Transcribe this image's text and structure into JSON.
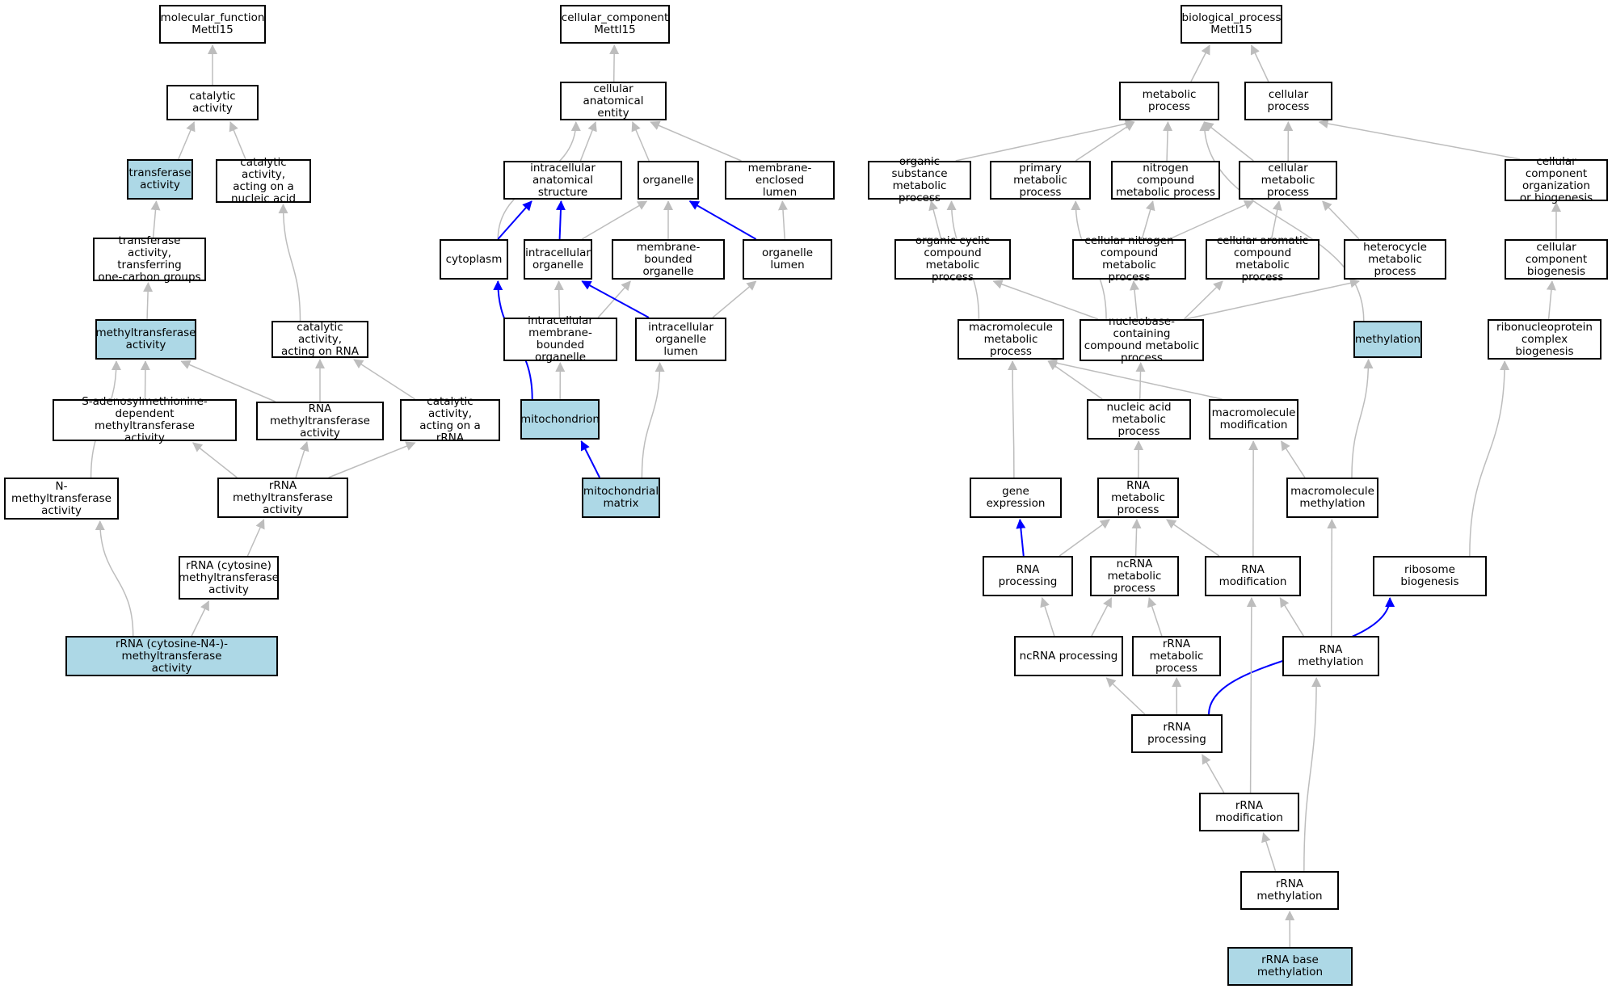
{
  "colors": {
    "highlight": "#add8e6",
    "edge_default": "#bdbdbd",
    "edge_part_of": "#0000ff",
    "node_border": "#000000"
  },
  "nodes": {
    "mf_root": {
      "label": "molecular_function\nMettl15",
      "highlighted": false
    },
    "catalytic": {
      "label": "catalytic activity",
      "highlighted": false
    },
    "transferase": {
      "label": "transferase\nactivity",
      "highlighted": true
    },
    "cat_nucleic": {
      "label": "catalytic activity,\nacting on a\nnucleic acid",
      "highlighted": false
    },
    "transfer_onec": {
      "label": "transferase\nactivity, transferring\none-carbon groups",
      "highlighted": false
    },
    "methyltransferase": {
      "label": "methyltransferase\nactivity",
      "highlighted": true
    },
    "cat_rna": {
      "label": "catalytic activity,\nacting on RNA",
      "highlighted": false
    },
    "sam_mt": {
      "label": "S-adenosylmethionine-dependent\nmethyltransferase\nactivity",
      "highlighted": false
    },
    "rna_mt": {
      "label": "RNA methyltransferase\nactivity",
      "highlighted": false
    },
    "cat_rrna": {
      "label": "catalytic activity,\nacting on a\nrRNA",
      "highlighted": false
    },
    "n_mt": {
      "label": "N-methyltransferase\nactivity",
      "highlighted": false
    },
    "rrna_mt": {
      "label": "rRNA methyltransferase\nactivity",
      "highlighted": false
    },
    "rrna_cyt_mt": {
      "label": "rRNA (cytosine)\nmethyltransferase\nactivity",
      "highlighted": false
    },
    "rrna_n4": {
      "label": "rRNA (cytosine-N4-)-methyltransferase\nactivity",
      "highlighted": true
    },
    "cc_root": {
      "label": "cellular_component\nMettl15",
      "highlighted": false
    },
    "cell_anat": {
      "label": "cellular anatomical\nentity",
      "highlighted": false
    },
    "intra_anat": {
      "label": "intracellular\nanatomical structure",
      "highlighted": false
    },
    "organelle": {
      "label": "organelle",
      "highlighted": false
    },
    "mem_encl_lumen": {
      "label": "membrane-enclosed\nlumen",
      "highlighted": false
    },
    "cytoplasm": {
      "label": "cytoplasm",
      "highlighted": false
    },
    "intra_organelle": {
      "label": "intracellular\norganelle",
      "highlighted": false
    },
    "mem_bound_org": {
      "label": "membrane-bounded\norganelle",
      "highlighted": false
    },
    "org_lumen": {
      "label": "organelle lumen",
      "highlighted": false
    },
    "intra_mem_bound": {
      "label": "intracellular\nmembrane-bounded\norganelle",
      "highlighted": false
    },
    "intra_org_lumen": {
      "label": "intracellular\norganelle lumen",
      "highlighted": false
    },
    "mitochondrion": {
      "label": "mitochondrion",
      "highlighted": true
    },
    "mito_matrix": {
      "label": "mitochondrial\nmatrix",
      "highlighted": true
    },
    "bp_root": {
      "label": "biological_process\nMettl15",
      "highlighted": false
    },
    "metabolic": {
      "label": "metabolic process",
      "highlighted": false
    },
    "cellular_proc": {
      "label": "cellular process",
      "highlighted": false
    },
    "org_subst": {
      "label": "organic substance\nmetabolic process",
      "highlighted": false
    },
    "primary_met": {
      "label": "primary metabolic\nprocess",
      "highlighted": false
    },
    "nitrogen_comp": {
      "label": "nitrogen compound\nmetabolic process",
      "highlighted": false
    },
    "cell_met": {
      "label": "cellular metabolic\nprocess",
      "highlighted": false
    },
    "cc_org": {
      "label": "cellular component\norganization\nor biogenesis",
      "highlighted": false
    },
    "org_cyclic": {
      "label": "organic cyclic\ncompound metabolic\nprocess",
      "highlighted": false
    },
    "cell_nitrogen": {
      "label": "cellular nitrogen\ncompound metabolic\nprocess",
      "highlighted": false
    },
    "cell_aromatic": {
      "label": "cellular aromatic\ncompound metabolic\nprocess",
      "highlighted": false
    },
    "heterocycle": {
      "label": "heterocycle\nmetabolic process",
      "highlighted": false
    },
    "cc_biogenesis": {
      "label": "cellular component\nbiogenesis",
      "highlighted": false
    },
    "macromol_met": {
      "label": "macromolecule\nmetabolic process",
      "highlighted": false
    },
    "nucleobase": {
      "label": "nucleobase-containing\ncompound metabolic\nprocess",
      "highlighted": false
    },
    "methylation": {
      "label": "methylation",
      "highlighted": true
    },
    "rnp_biogenesis": {
      "label": "ribonucleoprotein\ncomplex biogenesis",
      "highlighted": false
    },
    "nucleic_met": {
      "label": "nucleic acid\nmetabolic process",
      "highlighted": false
    },
    "macromol_mod": {
      "label": "macromolecule\nmodification",
      "highlighted": false
    },
    "gene_expr": {
      "label": "gene expression",
      "highlighted": false
    },
    "rna_met": {
      "label": "RNA metabolic\nprocess",
      "highlighted": false
    },
    "macromol_methyl": {
      "label": "macromolecule\nmethylation",
      "highlighted": false
    },
    "rna_processing": {
      "label": "RNA processing",
      "highlighted": false
    },
    "ncrna_met": {
      "label": "ncRNA metabolic\nprocess",
      "highlighted": false
    },
    "rna_mod": {
      "label": "RNA modification",
      "highlighted": false
    },
    "ribosome_bio": {
      "label": "ribosome biogenesis",
      "highlighted": false
    },
    "ncrna_proc": {
      "label": "ncRNA processing",
      "highlighted": false
    },
    "rrna_met": {
      "label": "rRNA metabolic\nprocess",
      "highlighted": false
    },
    "rna_methylation": {
      "label": "RNA methylation",
      "highlighted": false
    },
    "rrna_proc": {
      "label": "rRNA processing",
      "highlighted": false
    },
    "rrna_mod": {
      "label": "rRNA modification",
      "highlighted": false
    },
    "rrna_methylation": {
      "label": "rRNA methylation",
      "highlighted": false
    },
    "rrna_base_methyl": {
      "label": "rRNA base methylation",
      "highlighted": true
    }
  },
  "edges": [
    {
      "from": "catalytic",
      "to": "mf_root",
      "type": "is_a"
    },
    {
      "from": "transferase",
      "to": "catalytic",
      "type": "is_a"
    },
    {
      "from": "cat_nucleic",
      "to": "catalytic",
      "type": "is_a"
    },
    {
      "from": "transfer_onec",
      "to": "transferase",
      "type": "is_a"
    },
    {
      "from": "methyltransferase",
      "to": "transfer_onec",
      "type": "is_a"
    },
    {
      "from": "cat_rna",
      "to": "cat_nucleic",
      "type": "is_a"
    },
    {
      "from": "sam_mt",
      "to": "methyltransferase",
      "type": "is_a"
    },
    {
      "from": "rna_mt",
      "to": "methyltransferase",
      "type": "is_a"
    },
    {
      "from": "rna_mt",
      "to": "cat_rna",
      "type": "is_a"
    },
    {
      "from": "cat_rrna",
      "to": "cat_rna",
      "type": "is_a"
    },
    {
      "from": "n_mt",
      "to": "methyltransferase",
      "type": "is_a"
    },
    {
      "from": "rrna_mt",
      "to": "sam_mt",
      "type": "is_a"
    },
    {
      "from": "rrna_mt",
      "to": "rna_mt",
      "type": "is_a"
    },
    {
      "from": "rrna_mt",
      "to": "cat_rrna",
      "type": "is_a"
    },
    {
      "from": "rrna_cyt_mt",
      "to": "rrna_mt",
      "type": "is_a"
    },
    {
      "from": "rrna_n4",
      "to": "rrna_cyt_mt",
      "type": "is_a"
    },
    {
      "from": "rrna_n4",
      "to": "n_mt",
      "type": "is_a"
    },
    {
      "from": "cell_anat",
      "to": "cc_root",
      "type": "is_a"
    },
    {
      "from": "intra_anat",
      "to": "cell_anat",
      "type": "is_a"
    },
    {
      "from": "organelle",
      "to": "cell_anat",
      "type": "is_a"
    },
    {
      "from": "mem_encl_lumen",
      "to": "cell_anat",
      "type": "is_a"
    },
    {
      "from": "cytoplasm",
      "to": "cell_anat",
      "type": "is_a"
    },
    {
      "from": "cytoplasm",
      "to": "intra_anat",
      "type": "part_of"
    },
    {
      "from": "intra_organelle",
      "to": "intra_anat",
      "type": "part_of"
    },
    {
      "from": "intra_organelle",
      "to": "organelle",
      "type": "is_a"
    },
    {
      "from": "mem_bound_org",
      "to": "organelle",
      "type": "is_a"
    },
    {
      "from": "org_lumen",
      "to": "organelle",
      "type": "part_of"
    },
    {
      "from": "org_lumen",
      "to": "mem_encl_lumen",
      "type": "is_a"
    },
    {
      "from": "intra_mem_bound",
      "to": "intra_organelle",
      "type": "is_a"
    },
    {
      "from": "intra_mem_bound",
      "to": "mem_bound_org",
      "type": "is_a"
    },
    {
      "from": "intra_org_lumen",
      "to": "intra_organelle",
      "type": "part_of"
    },
    {
      "from": "intra_org_lumen",
      "to": "org_lumen",
      "type": "is_a"
    },
    {
      "from": "mitochondrion",
      "to": "intra_mem_bound",
      "type": "is_a"
    },
    {
      "from": "mitochondrion",
      "to": "cytoplasm",
      "type": "part_of"
    },
    {
      "from": "mito_matrix",
      "to": "mitochondrion",
      "type": "part_of"
    },
    {
      "from": "mito_matrix",
      "to": "intra_org_lumen",
      "type": "is_a"
    },
    {
      "from": "metabolic",
      "to": "bp_root",
      "type": "is_a"
    },
    {
      "from": "cellular_proc",
      "to": "bp_root",
      "type": "is_a"
    },
    {
      "from": "org_subst",
      "to": "metabolic",
      "type": "is_a"
    },
    {
      "from": "primary_met",
      "to": "metabolic",
      "type": "is_a"
    },
    {
      "from": "nitrogen_comp",
      "to": "metabolic",
      "type": "is_a"
    },
    {
      "from": "cell_met",
      "to": "metabolic",
      "type": "is_a"
    },
    {
      "from": "cell_met",
      "to": "cellular_proc",
      "type": "is_a"
    },
    {
      "from": "cc_org",
      "to": "cellular_proc",
      "type": "is_a"
    },
    {
      "from": "methylation",
      "to": "metabolic",
      "type": "is_a"
    },
    {
      "from": "org_cyclic",
      "to": "org_subst",
      "type": "is_a"
    },
    {
      "from": "cell_nitrogen",
      "to": "nitrogen_comp",
      "type": "is_a"
    },
    {
      "from": "cell_nitrogen",
      "to": "cell_met",
      "type": "is_a"
    },
    {
      "from": "cell_aromatic",
      "to": "cell_met",
      "type": "is_a"
    },
    {
      "from": "heterocycle",
      "to": "cell_met",
      "type": "is_a"
    },
    {
      "from": "cc_biogenesis",
      "to": "cc_org",
      "type": "is_a"
    },
    {
      "from": "macromol_met",
      "to": "org_subst",
      "type": "is_a"
    },
    {
      "from": "nucleobase",
      "to": "primary_met",
      "type": "is_a"
    },
    {
      "from": "nucleobase",
      "to": "org_cyclic",
      "type": "is_a"
    },
    {
      "from": "nucleobase",
      "to": "cell_nitrogen",
      "type": "is_a"
    },
    {
      "from": "nucleobase",
      "to": "cell_aromatic",
      "type": "is_a"
    },
    {
      "from": "nucleobase",
      "to": "heterocycle",
      "type": "is_a"
    },
    {
      "from": "rnp_biogenesis",
      "to": "cc_biogenesis",
      "type": "is_a"
    },
    {
      "from": "nucleic_met",
      "to": "macromol_met",
      "type": "is_a"
    },
    {
      "from": "nucleic_met",
      "to": "nucleobase",
      "type": "is_a"
    },
    {
      "from": "macromol_mod",
      "to": "macromol_met",
      "type": "is_a"
    },
    {
      "from": "gene_expr",
      "to": "macromol_met",
      "type": "is_a"
    },
    {
      "from": "rna_met",
      "to": "nucleic_met",
      "type": "is_a"
    },
    {
      "from": "macromol_methyl",
      "to": "macromol_mod",
      "type": "is_a"
    },
    {
      "from": "macromol_methyl",
      "to": "methylation",
      "type": "is_a"
    },
    {
      "from": "rna_processing",
      "to": "gene_expr",
      "type": "part_of"
    },
    {
      "from": "rna_processing",
      "to": "rna_met",
      "type": "is_a"
    },
    {
      "from": "ncrna_met",
      "to": "rna_met",
      "type": "is_a"
    },
    {
      "from": "rna_mod",
      "to": "rna_met",
      "type": "is_a"
    },
    {
      "from": "rna_mod",
      "to": "macromol_mod",
      "type": "is_a"
    },
    {
      "from": "ribosome_bio",
      "to": "rnp_biogenesis",
      "type": "is_a"
    },
    {
      "from": "ncrna_proc",
      "to": "rna_processing",
      "type": "is_a"
    },
    {
      "from": "ncrna_proc",
      "to": "ncrna_met",
      "type": "is_a"
    },
    {
      "from": "rrna_met",
      "to": "ncrna_met",
      "type": "is_a"
    },
    {
      "from": "rna_methylation",
      "to": "rna_mod",
      "type": "is_a"
    },
    {
      "from": "rna_methylation",
      "to": "macromol_methyl",
      "type": "is_a"
    },
    {
      "from": "rrna_proc",
      "to": "ncrna_proc",
      "type": "is_a"
    },
    {
      "from": "rrna_proc",
      "to": "rrna_met",
      "type": "is_a"
    },
    {
      "from": "rrna_proc",
      "to": "ribosome_bio",
      "type": "part_of"
    },
    {
      "from": "rrna_mod",
      "to": "rrna_proc",
      "type": "is_a"
    },
    {
      "from": "rrna_mod",
      "to": "rna_mod",
      "type": "is_a"
    },
    {
      "from": "rrna_methylation",
      "to": "rrna_mod",
      "type": "is_a"
    },
    {
      "from": "rrna_methylation",
      "to": "rna_methylation",
      "type": "is_a"
    },
    {
      "from": "rrna_base_methyl",
      "to": "rrna_methylation",
      "type": "is_a"
    }
  ]
}
